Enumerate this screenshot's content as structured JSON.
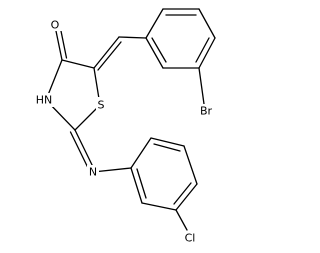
{
  "molecule": {
    "atoms": {
      "oxygen": "O",
      "nh": "HN",
      "sulfur": "S",
      "imine_n": "N",
      "bromine": "Br",
      "chlorine": "Cl"
    }
  }
}
